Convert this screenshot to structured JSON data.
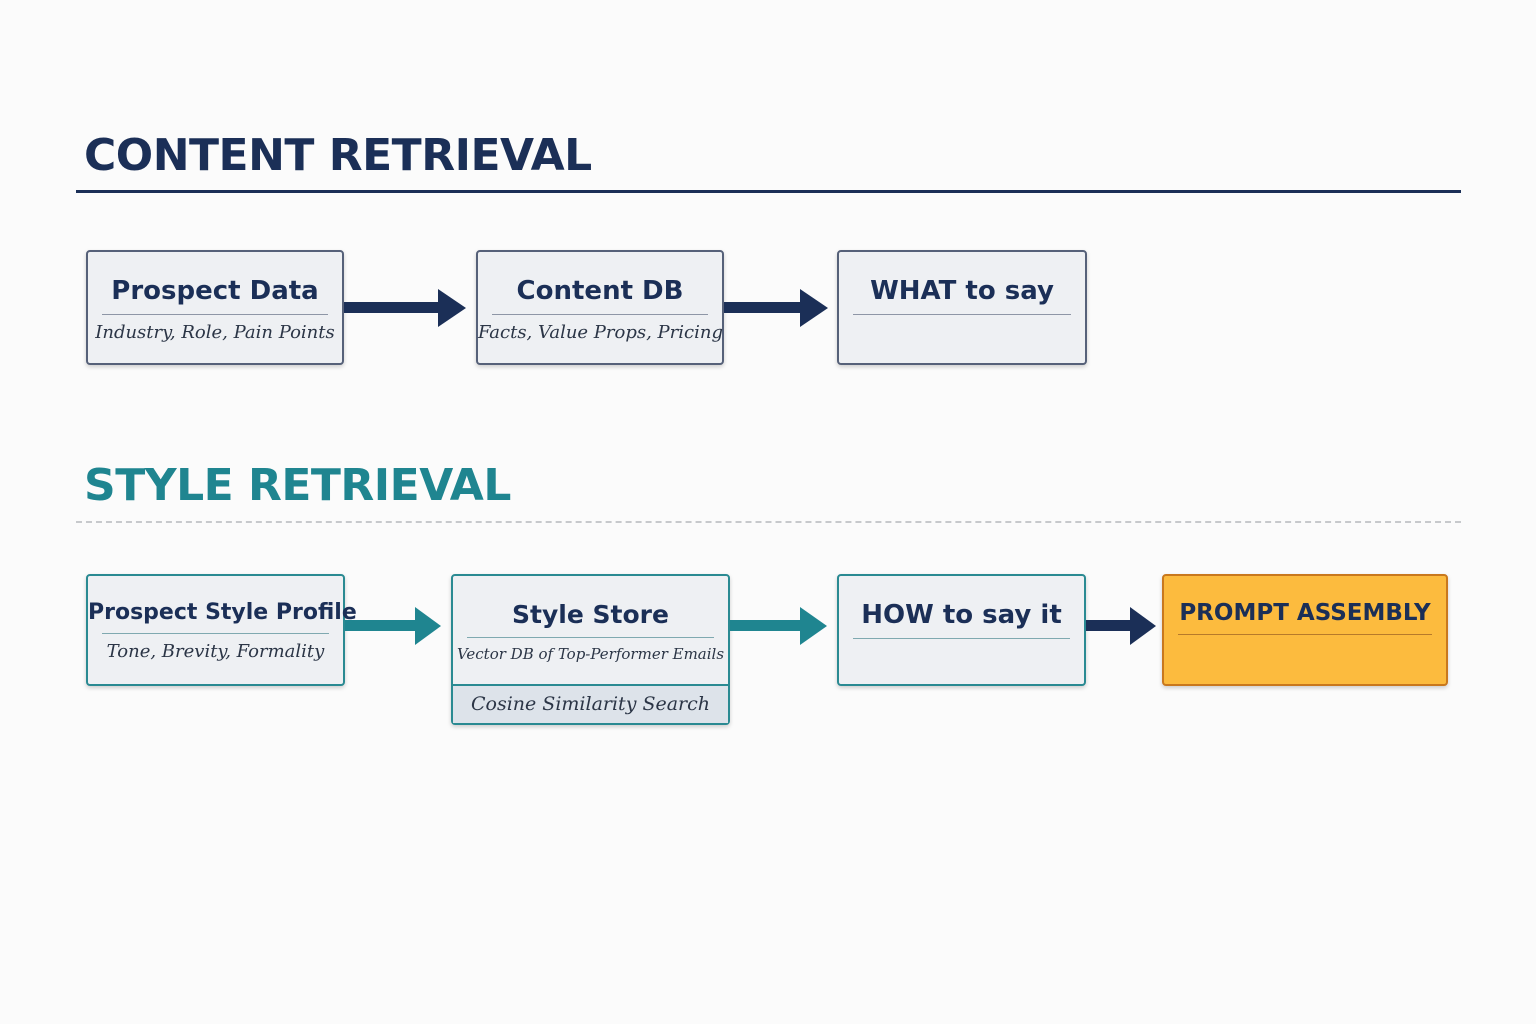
{
  "content_retrieval": {
    "title": "CONTENT RETRIEVAL",
    "nodes": {
      "prospect_data": {
        "title": "Prospect Data",
        "subtitle": "Industry, Role, Pain Points"
      },
      "content_db": {
        "title": "Content DB",
        "subtitle": "Facts, Value Props, Pricing"
      },
      "what_to_say": {
        "title": "WHAT to say"
      }
    }
  },
  "style_retrieval": {
    "title": "STYLE RETRIEVAL",
    "nodes": {
      "prospect_style_profile": {
        "title": "Prospect Style Profile",
        "subtitle": "Tone, Brevity, Formality"
      },
      "style_store": {
        "title": "Style Store",
        "subtitle": "Vector DB of Top-Performer Emails",
        "footer": "Cosine Similarity Search"
      },
      "how_to_say_it": {
        "title": "HOW to say it"
      },
      "prompt_assembly": {
        "title": "PROMPT ASSEMBLY"
      }
    }
  },
  "colors": {
    "content_accent": "#1b2f57",
    "style_accent": "#1f8590",
    "output_fill": "#fcbb3e",
    "output_border": "#c9781d"
  }
}
